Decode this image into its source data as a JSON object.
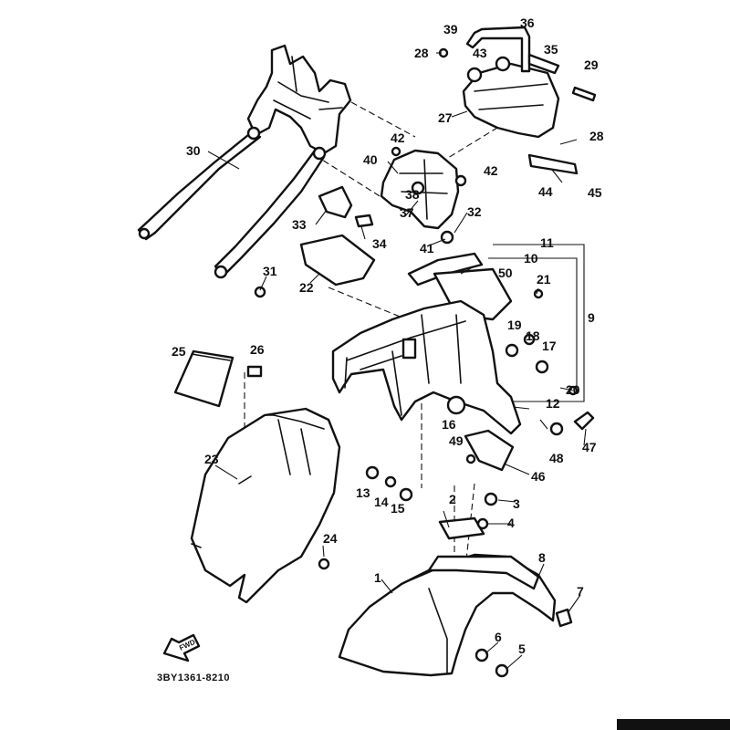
{
  "diagram": {
    "code": "3BY1361-8210",
    "arrow_label": "FWD",
    "callouts": {
      "c1": "1",
      "c2": "2",
      "c3": "3",
      "c4": "4",
      "c5": "5",
      "c6": "6",
      "c7": "7",
      "c8": "8",
      "c9": "9",
      "c10": "10",
      "c11": "11",
      "c12": "12",
      "c13": "13",
      "c14": "14",
      "c15": "15",
      "c16": "16",
      "c17": "17",
      "c18": "18",
      "c19": "19",
      "c20": "20",
      "c21": "21",
      "c22": "22",
      "c23": "23",
      "c24": "24",
      "c25": "25",
      "c26": "26",
      "c27": "27",
      "c28a": "28",
      "c28b": "28",
      "c29": "29",
      "c30": "30",
      "c31": "31",
      "c32": "32",
      "c33": "33",
      "c34": "34",
      "c35": "35",
      "c36": "36",
      "c37": "37",
      "c38": "38",
      "c39": "39",
      "c40": "40",
      "c41": "41",
      "c42a": "42",
      "c42b": "42",
      "c43": "43",
      "c44": "44",
      "c45": "45",
      "c46": "46",
      "c47": "47",
      "c48": "48",
      "c49": "49",
      "c50": "50"
    }
  }
}
